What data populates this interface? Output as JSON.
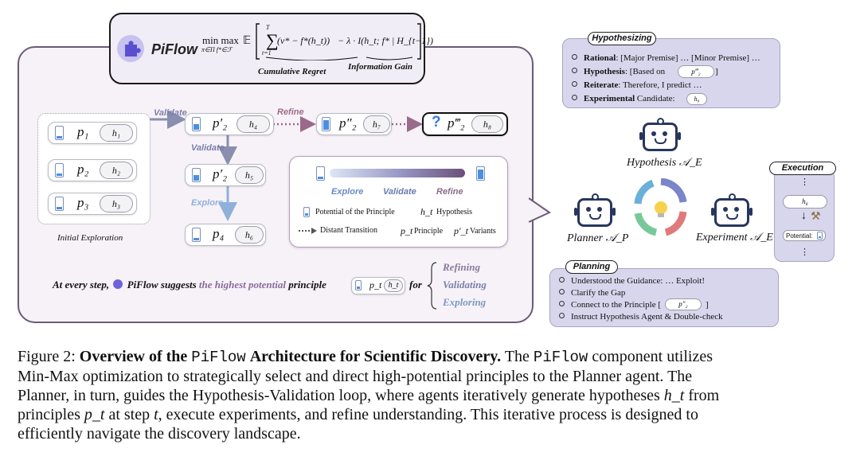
{
  "formula": {
    "brand": "PiFlow",
    "minmax": "min max",
    "minmax_sub": "π∈Π f*∈ℱ",
    "expectation": "𝔼",
    "sum_body": "(v* − f*(h_t))",
    "sum_top": "T",
    "sum_bottom": "t=1",
    "lambda_term": "− λ · I(h_t; f* | H_{t−1})",
    "regret_label": "Cumulative Regret",
    "gain_label": "Information Gain"
  },
  "initial": {
    "rows": [
      {
        "p": "p₁",
        "h": "h₁"
      },
      {
        "p": "p₂",
        "h": "h₂"
      },
      {
        "p": "p₃",
        "h": "h₃"
      }
    ],
    "label": "Initial Exploration"
  },
  "flow": {
    "validate_label": "Validate",
    "refine_label": "Refine",
    "validate_label2": "Validate",
    "explore_label": "Explore",
    "c1": {
      "p": "p′₂",
      "h": "h₄"
    },
    "c2": {
      "p": "p″₂",
      "h": "h₇"
    },
    "c3": {
      "q": "?",
      "p": "p‴₂",
      "h": "h₈"
    },
    "c4": {
      "p": "p′₂",
      "h": "h₅"
    },
    "c5": {
      "p": "p₄",
      "h": "h₆"
    }
  },
  "legend": {
    "grad_labels": [
      "Explore",
      "Validate",
      "Refine"
    ],
    "potential": "Potential of the Principle",
    "hyp_sym": "h_t",
    "hyp": "Hypothesis",
    "distant": "Distant Transition",
    "p_sym": "p_t",
    "principle": "Principle",
    "pv_sym": "p′_t",
    "variants": "Variants"
  },
  "bottom_line": {
    "prefix": "At every step,",
    "brand": "PiFlow suggests",
    "highlight": "the highest potential",
    "principle": "principle",
    "p": "p_t",
    "h": "h_t",
    "for": "for",
    "options": [
      "Refining",
      "Validating",
      "Exploring"
    ]
  },
  "hypothesizing": {
    "title": "Hypothesizing",
    "items": [
      {
        "bold": "Rational",
        "rest": ": [Major Premise] … [Minor Premise] …"
      },
      {
        "bold": "Hypothesis",
        "rest": ": [Based on",
        "pill": "p‴₂",
        "tail": "]"
      },
      {
        "bold": "Reiterate",
        "rest": ": Therefore, I predict …"
      },
      {
        "bold": "Experimental",
        "rest": " Candidate:",
        "pill": "h₈"
      }
    ]
  },
  "agents": {
    "hypothesis": "Hypothesis 𝒜_E",
    "planner": "Planner 𝒜_P",
    "experiment": "Experiment 𝒜_E"
  },
  "execution": {
    "title": "Execution",
    "dots_top": "⋮",
    "h": "h₈",
    "potential": "Potential:",
    "dots_bottom": "⋮"
  },
  "planning": {
    "title": "Planning",
    "items": [
      {
        "text": "Understood the Guidance: … Exploit!"
      },
      {
        "text": "Clarify the Gap"
      },
      {
        "text": "Connect to the Principle [",
        "pill": "p″₂",
        "tail": "]"
      },
      {
        "text": "Instruct Hypothesis Agent & Double-check"
      }
    ]
  },
  "caption": {
    "fig": "Figure 2:",
    "title_a": "Overview of the",
    "title_code": "PiFlow",
    "title_b": "Architecture for Scientific Discovery.",
    "s1a": "The",
    "s1code": "PiFlow",
    "s1b": "component utilizes",
    "line2": "Min-Max optimization to strategically select and direct high-potential principles to the Planner agent. The",
    "line3": "Planner, in turn, guides the Hypothesis-Validation loop, where agents iteratively generate hypotheses",
    "line3_sym": "h_t",
    "line3_tail": "from",
    "line4_a": "principles",
    "line4_sym": "p_t",
    "line4_b": "at step",
    "line4_sym2": "t",
    "line4_c": ", execute experiments, and refine understanding. This iterative process is designed to",
    "line5": "efficiently navigate the discovery landscape."
  }
}
